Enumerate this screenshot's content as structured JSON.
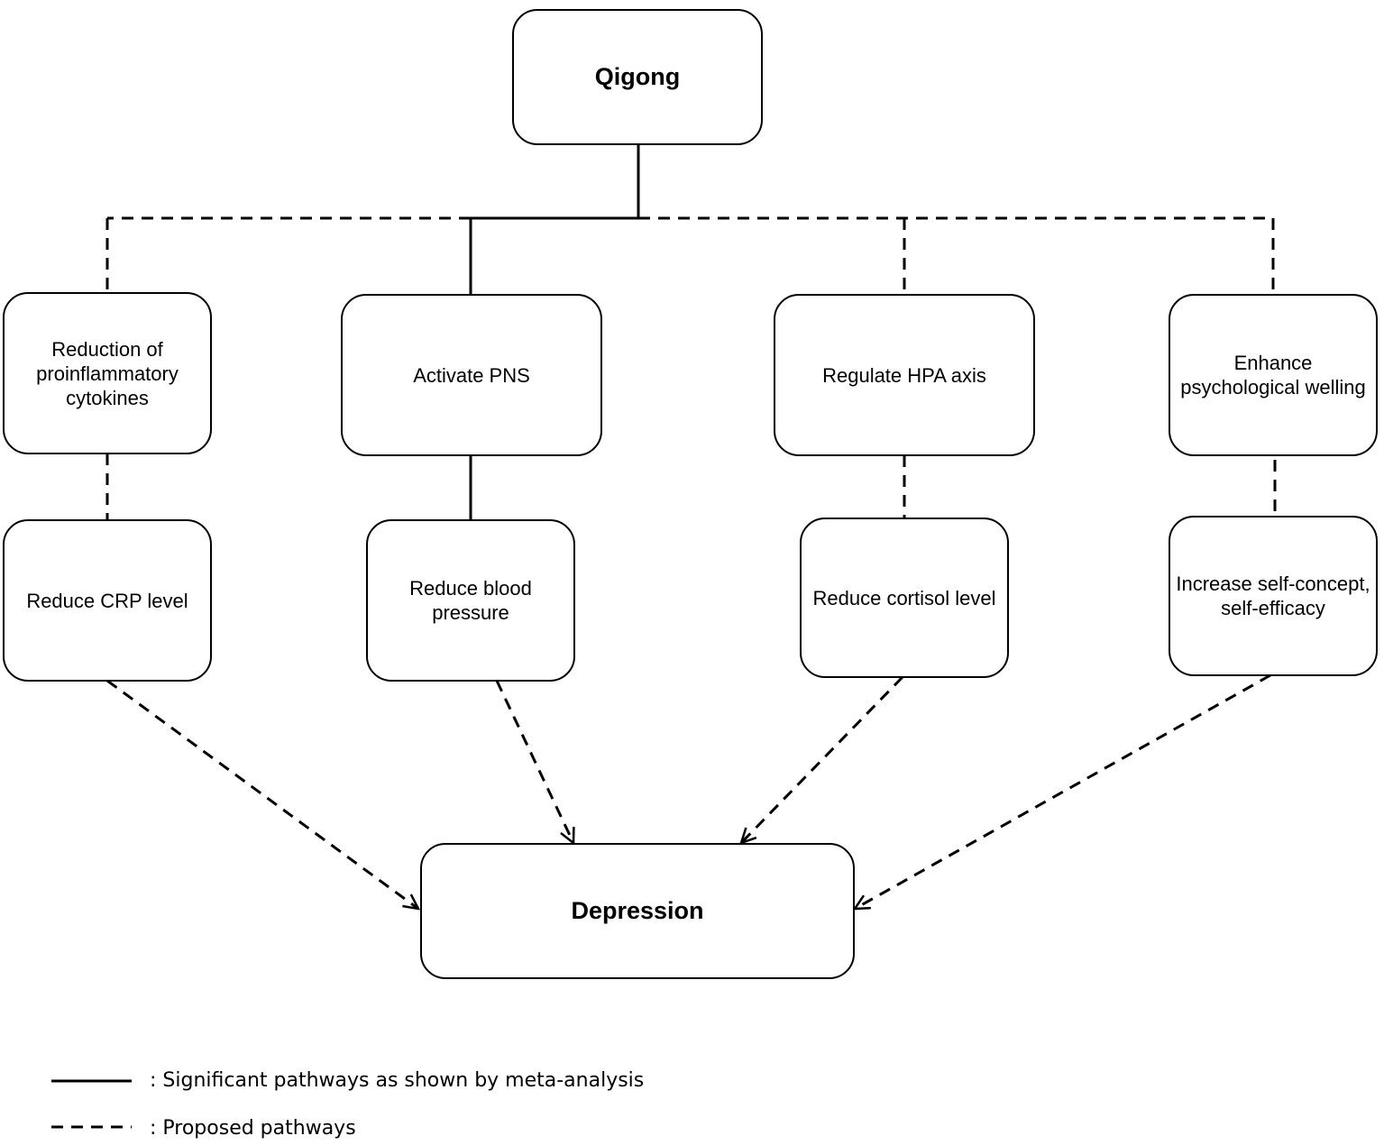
{
  "nodes": {
    "qigong": "Qigong",
    "reduction_cytokines": "Reduction of\nproinflammatory\ncytokines",
    "activate_pns": "Activate  PNS",
    "regulate_hpa": "Regulate HPA axis",
    "enhance_wellbeing": "Enhance\npsychological welling",
    "reduce_crp": "Reduce CRP level",
    "reduce_bp": "Reduce blood\npressure",
    "reduce_cortisol": "Reduce cortisol level",
    "increase_self": "Increase self-concept,\nself-efficacy",
    "depression": "Depression"
  },
  "legend": {
    "solid_label": ": Significant pathways as shown by meta-analysis",
    "dashed_label": ": Proposed pathways"
  },
  "colors": {
    "line": "#000000",
    "node_fill": "#ffffff"
  }
}
